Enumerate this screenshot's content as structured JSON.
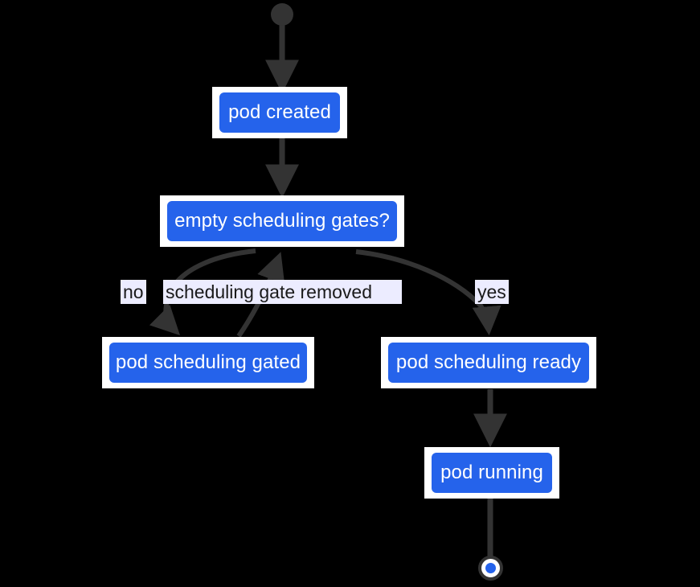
{
  "diagram": {
    "title": "pod scheduling gates lifecycle",
    "type": "flowchart",
    "direction": "top-down",
    "background_color": "#000000",
    "node_fill_color": "#2563eb",
    "node_text_color": "#ffffff",
    "node_halo_color": "#ffffff",
    "edge_color": "#333333",
    "edge_label_background": "#ececff",
    "edge_label_text_color": "#1a1a1a",
    "start_marker_color": "#333333",
    "end_marker_ring_color": "#333333",
    "end_marker_core_color": "#2563eb"
  },
  "nodes": [
    {
      "id": "start",
      "shape": "circle",
      "label": ""
    },
    {
      "id": "pod-created",
      "shape": "rounded-rect",
      "label": "pod created"
    },
    {
      "id": "empty-gates",
      "shape": "rounded-rect",
      "label": "empty scheduling gates?"
    },
    {
      "id": "scheduling-gated",
      "shape": "rounded-rect",
      "label": "pod scheduling gated"
    },
    {
      "id": "scheduling-ready",
      "shape": "rounded-rect",
      "label": "pod scheduling ready"
    },
    {
      "id": "pod-running",
      "shape": "rounded-rect",
      "label": "pod running"
    },
    {
      "id": "end",
      "shape": "double-circle",
      "label": ""
    }
  ],
  "edges": [
    {
      "from": "start",
      "to": "pod-created",
      "label": ""
    },
    {
      "from": "pod-created",
      "to": "empty-gates",
      "label": ""
    },
    {
      "from": "empty-gates",
      "to": "scheduling-gated",
      "label": "no"
    },
    {
      "from": "empty-gates",
      "to": "scheduling-ready",
      "label": "yes"
    },
    {
      "from": "scheduling-gated",
      "to": "empty-gates",
      "label": "scheduling gate removed"
    },
    {
      "from": "scheduling-ready",
      "to": "pod-running",
      "label": ""
    },
    {
      "from": "pod-running",
      "to": "end",
      "label": ""
    }
  ],
  "labels": {
    "pod_created": "pod created",
    "empty_scheduling_gates": "empty scheduling gates?",
    "pod_scheduling_gated": "pod scheduling gated",
    "pod_scheduling_ready": "pod scheduling ready",
    "pod_running": "pod running",
    "edge_no": "no",
    "edge_yes": "yes",
    "edge_gate_removed": "scheduling gate removed"
  }
}
